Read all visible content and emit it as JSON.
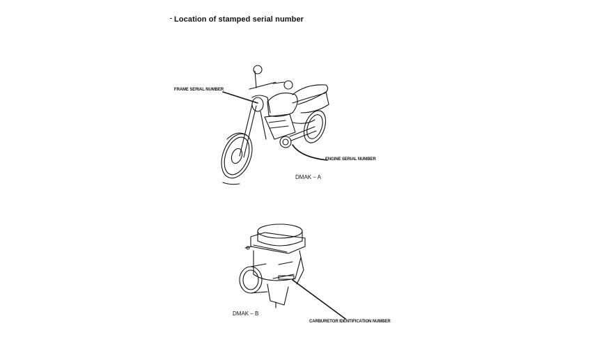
{
  "page": {
    "title": "Location of stamped serial number"
  },
  "figure_a": {
    "code": "DMAK – A",
    "frame_label": "FRAME SERIAL NUMBER",
    "engine_label": "ENGINE SERIAL NUMBER"
  },
  "figure_b": {
    "code": "DMAK – B",
    "carb_label": "CARBURETOR IDENTIFICATION NUMBER"
  }
}
